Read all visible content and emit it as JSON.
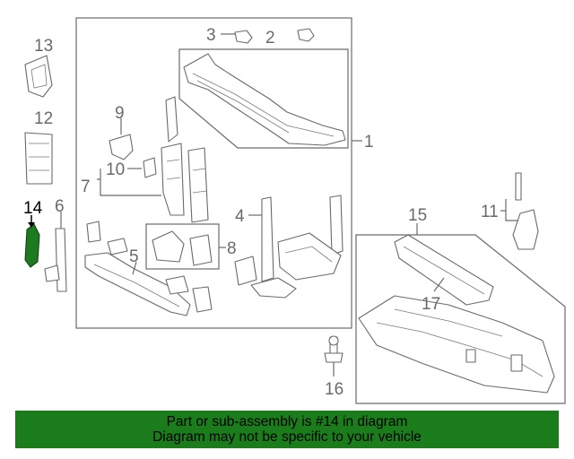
{
  "diagram": {
    "callouts": {
      "c1": "1",
      "c2": "2",
      "c3": "3",
      "c4": "4",
      "c5": "5",
      "c6": "6",
      "c7": "7",
      "c8": "8",
      "c9": "9",
      "c10": "10",
      "c11": "11",
      "c12": "12",
      "c13": "13",
      "c14": "14",
      "c15": "15",
      "c16": "16",
      "c17": "17"
    },
    "highlighted_part": "14",
    "colors": {
      "highlight": "#1e7a1e",
      "line": "#6a6a6a",
      "banner": "#1a7c1a"
    }
  },
  "banner": {
    "line1": "Part or sub-assembly is #14 in diagram",
    "line2": "Diagram may not be specific to your vehicle"
  }
}
